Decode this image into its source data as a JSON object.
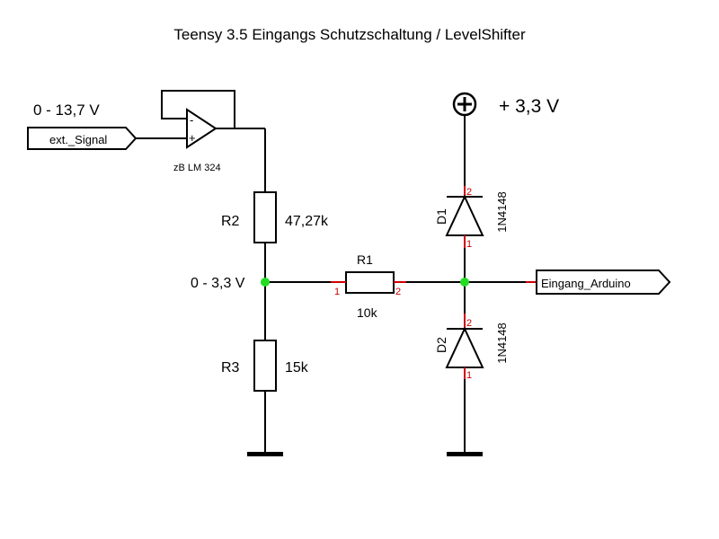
{
  "title": "Teensy 3.5 Eingangs Schutzschaltung / LevelShifter",
  "input": {
    "range": "0 - 13,7 V",
    "port_label": "ext._Signal"
  },
  "opamp": {
    "part": "zB LM 324",
    "minus": "-",
    "plus": "+"
  },
  "r2": {
    "name": "R2",
    "value": "47,27k"
  },
  "r3": {
    "name": "R3",
    "value": "15k"
  },
  "r1": {
    "name": "R1",
    "value": "10k",
    "pin1": "1",
    "pin2": "2"
  },
  "divider_range": "0 - 3,3 V",
  "supply": {
    "label": "+ 3,3 V"
  },
  "d1": {
    "name": "D1",
    "part": "1N4148",
    "pin_top": "2",
    "pin_bottom": "1"
  },
  "d2": {
    "name": "D2",
    "part": "1N4148",
    "pin_top": "2",
    "pin_bottom": "1"
  },
  "output": {
    "port_label": "Eingang_Arduino"
  },
  "colors": {
    "wire": "#000000",
    "node": "#22dd22",
    "pin": "#cc0000"
  }
}
